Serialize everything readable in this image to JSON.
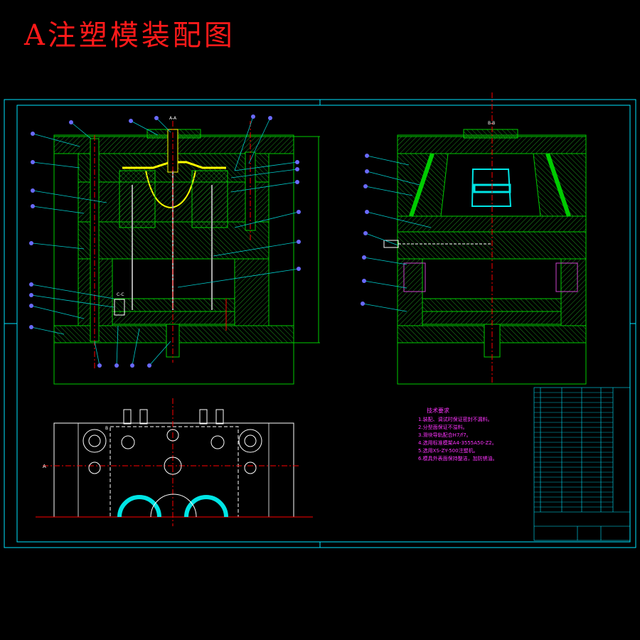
{
  "title": "A注塑模装配图",
  "section_marks": {
    "a_a": "A-A",
    "b_b": "B-B",
    "c_c": "C-C",
    "a": "A",
    "b": "B"
  },
  "tech_notes": {
    "heading": "技术要求",
    "items": [
      "1.装配、调试时保证密封不漏料。",
      "2.分型面保证不溢料。",
      "3.滑块导轨配合H7/f7。",
      "4.选用标准模架A4-3555A50-Z2。",
      "5.选用XS-ZY-500注塑机。",
      "6.模具外表面保持整洁，加防锈油。"
    ]
  },
  "colors": {
    "background": "#000000",
    "border": "#00ffff",
    "hatch": "#00ff00",
    "title": "#ff1a1a",
    "leader": "#00ffff",
    "balloon": "#7f7fff",
    "centerline": "#ff0000",
    "part": "#ffff00"
  }
}
